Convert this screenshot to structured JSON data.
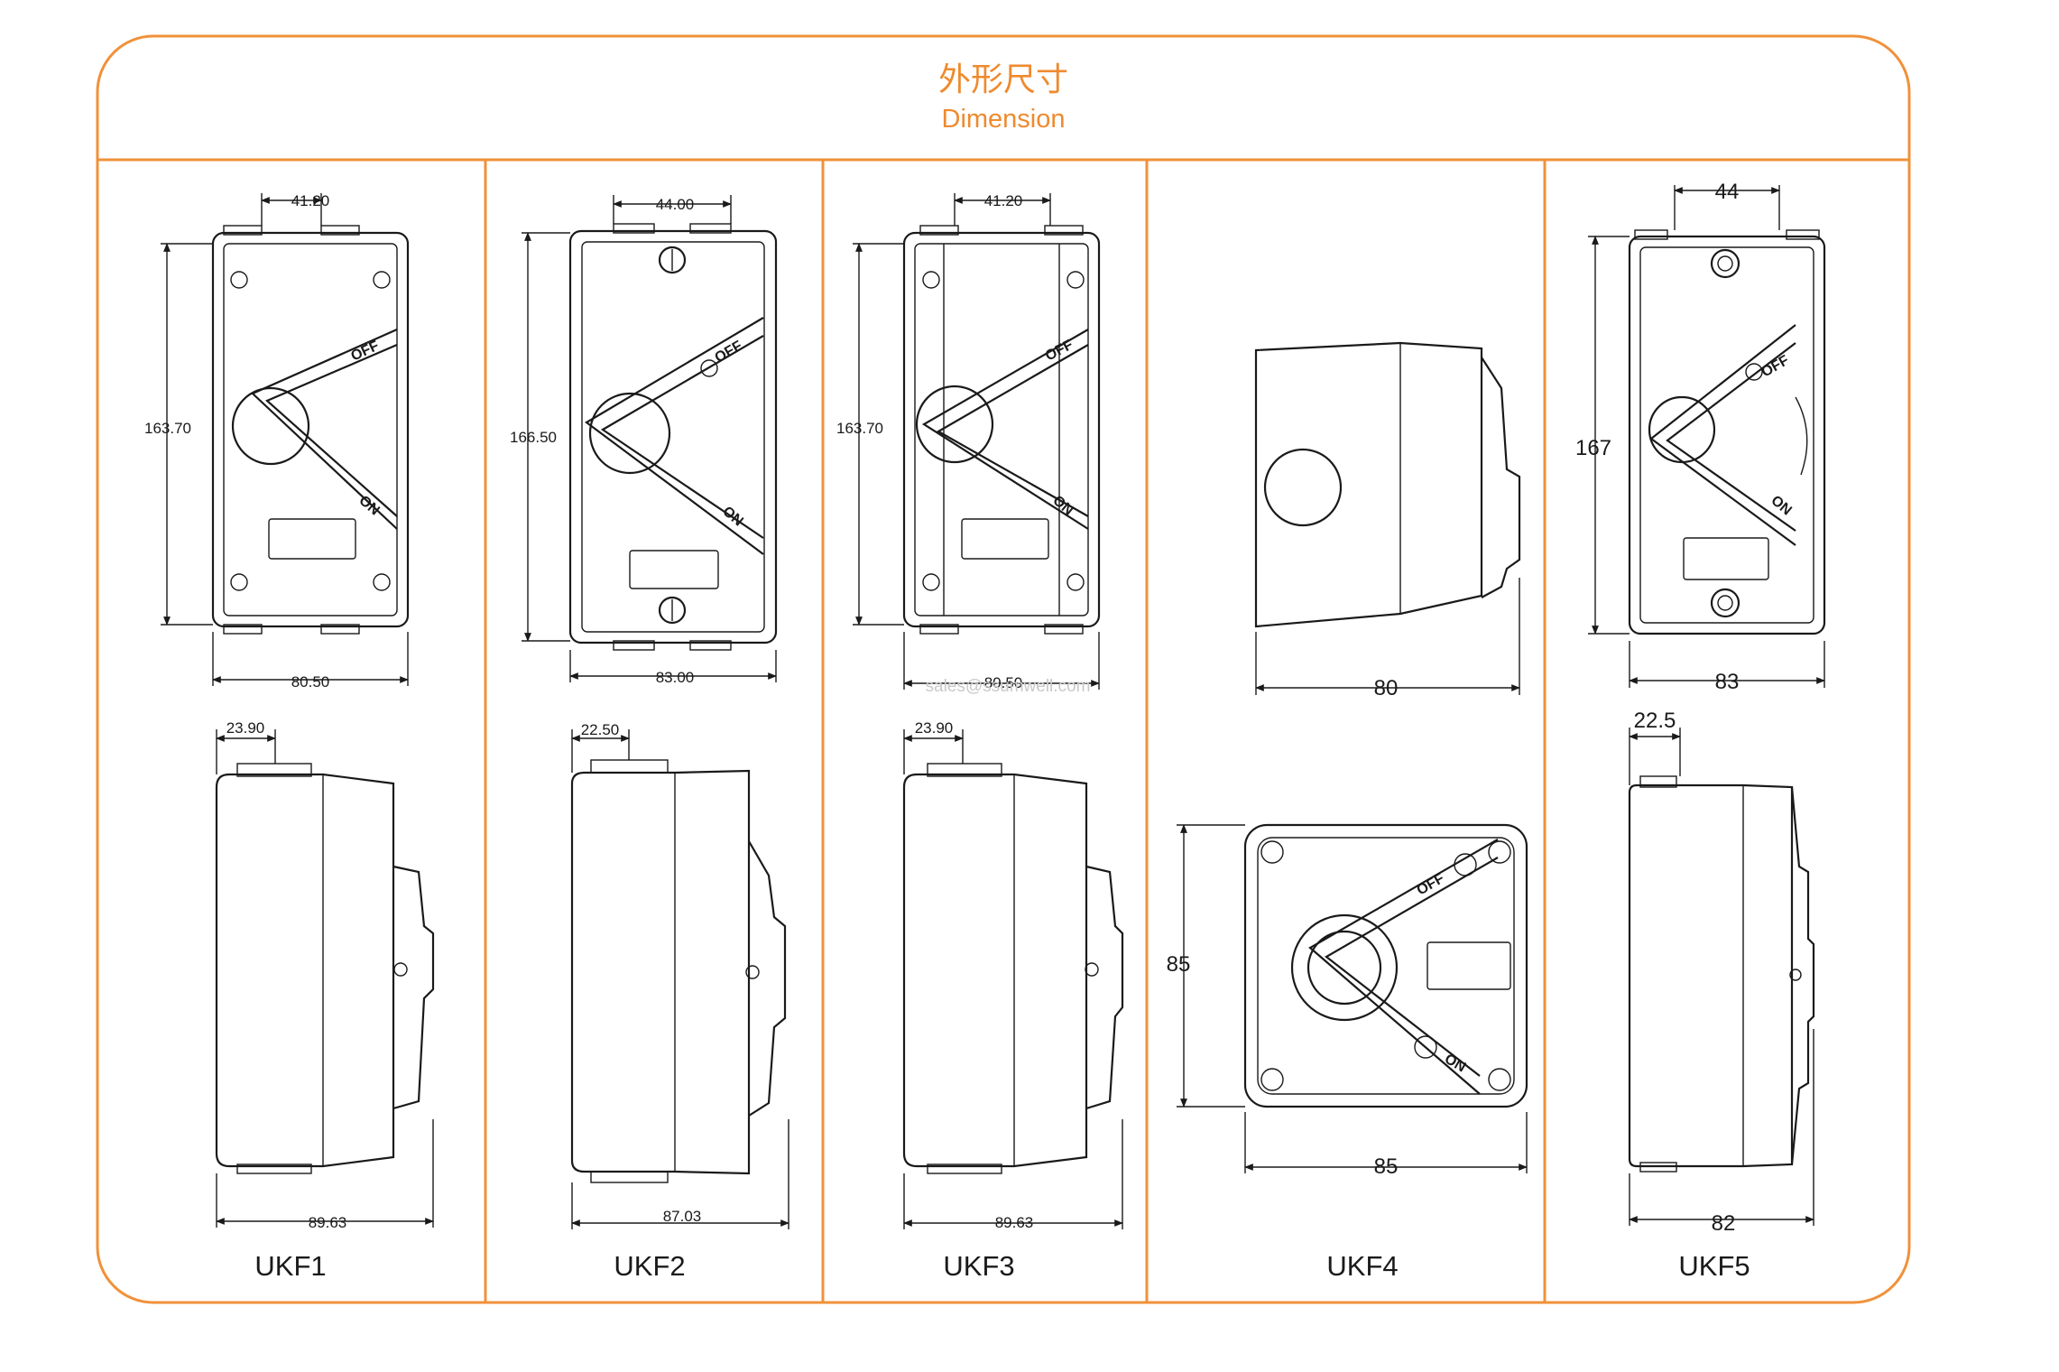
{
  "title": {
    "cn": "外形尺寸",
    "en": "Dimension"
  },
  "watermark": "sales@ssumwell.com",
  "colors": {
    "frame": "#f0913a",
    "title": "#ef8a2e",
    "ink": "#1a1a1a"
  },
  "models": [
    {
      "name": "UKF1",
      "front_width": "80.50",
      "front_height": "163.70",
      "hole_spacing": "41.20",
      "side_depth": "89.63",
      "side_offset": "23.90"
    },
    {
      "name": "UKF2",
      "front_width": "83.00",
      "front_height": "166.50",
      "hole_spacing": "44.00",
      "side_depth": "87.03",
      "side_offset": "22.50"
    },
    {
      "name": "UKF3",
      "front_width": "80.50",
      "front_height": "163.70",
      "hole_spacing": "41.20",
      "side_depth": "89.63",
      "side_offset": "23.90"
    },
    {
      "name": "UKF4",
      "side_depth": "80",
      "front_width": "85",
      "front_height": "85"
    },
    {
      "name": "UKF5",
      "front_width": "83",
      "front_height": "167",
      "hole_spacing": "44",
      "side_depth": "82",
      "side_offset": "22.5"
    }
  ],
  "switch_labels": {
    "off": "OFF",
    "on": "ON"
  }
}
